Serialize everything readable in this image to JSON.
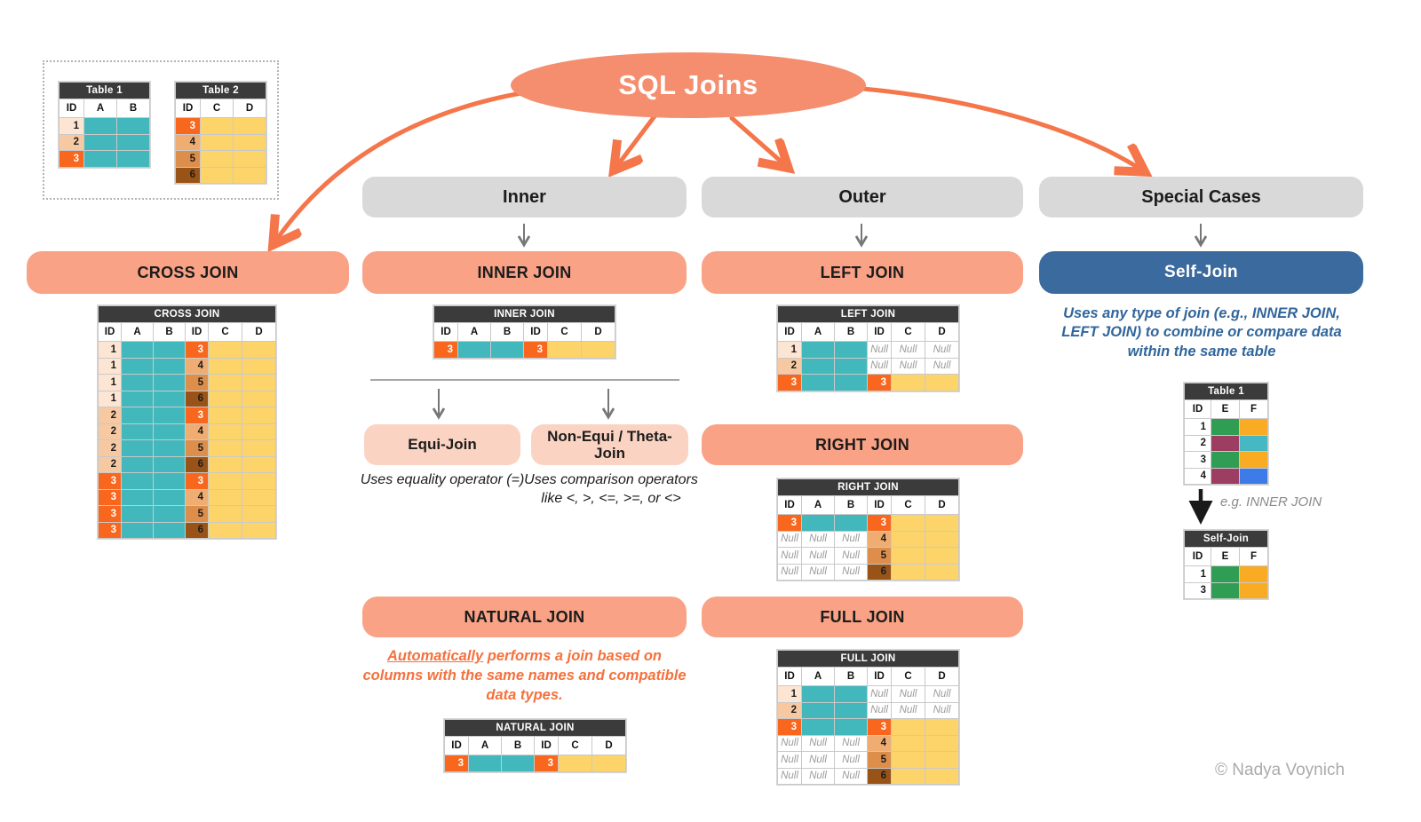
{
  "root": {
    "title": "SQL Joins"
  },
  "categories": {
    "inner": "Inner",
    "outer": "Outer",
    "special": "Special Cases"
  },
  "joins": {
    "cross": "CROSS JOIN",
    "inner": "INNER JOIN",
    "left": "LEFT JOIN",
    "right": "RIGHT JOIN",
    "full": "FULL JOIN",
    "natural": "NATURAL JOIN",
    "self": "Self-Join",
    "equi": "Equi-Join",
    "non_equi": "Non-Equi / Theta-Join"
  },
  "descriptions": {
    "equi": "Uses equality operator (=)",
    "non_equi": "Uses comparison operators like <, >, <=, >=, or <>",
    "natural_underlined": "Automatically",
    "natural_rest": " performs a join based on columns with the same names and compatible data types.",
    "self": "Uses any type of join (e.g., INNER JOIN, LEFT JOIN) to combine or compare data within the same table",
    "self_example": "e.g. INNER JOIN"
  },
  "credit": "© Nadya Voynich",
  "colors": {
    "accent_orange": "#f4764a",
    "salmon_bar": "#f9a286",
    "pink_box": "#fbd3c3",
    "gray_bar": "#d9d9d9",
    "blue_bar": "#3a6a9e",
    "teal_cell": "#42b8bd",
    "yellow_cell": "#fcd46a",
    "orange_id": "#f9661d",
    "table_header": "#3b3b3b"
  },
  "tables": {
    "t1_small": {
      "title": "Table 1",
      "cols": [
        "ID",
        "A",
        "B"
      ],
      "w": [
        28,
        37,
        37
      ],
      "rows": [
        [
          {
            "v": "1",
            "k": "id1"
          },
          {
            "k": "teal"
          },
          {
            "k": "teal"
          }
        ],
        [
          {
            "v": "2",
            "k": "id2"
          },
          {
            "k": "teal"
          },
          {
            "k": "teal"
          }
        ],
        [
          {
            "v": "3",
            "k": "id3"
          },
          {
            "k": "teal"
          },
          {
            "k": "teal"
          }
        ]
      ]
    },
    "t2_small": {
      "title": "Table 2",
      "cols": [
        "ID",
        "C",
        "D"
      ],
      "w": [
        28,
        37,
        37
      ],
      "rows": [
        [
          {
            "v": "3",
            "k": "id3"
          },
          {
            "k": "yellow"
          },
          {
            "k": "yellow"
          }
        ],
        [
          {
            "v": "4",
            "k": "id4"
          },
          {
            "k": "yellow"
          },
          {
            "k": "yellow"
          }
        ],
        [
          {
            "v": "5",
            "k": "id5"
          },
          {
            "k": "yellow"
          },
          {
            "k": "yellow"
          }
        ],
        [
          {
            "v": "6",
            "k": "id6"
          },
          {
            "k": "yellow"
          },
          {
            "k": "yellow"
          }
        ]
      ]
    },
    "cross_join": {
      "title": "CROSS JOIN",
      "cols": [
        "ID",
        "A",
        "B",
        "ID",
        "C",
        "D"
      ],
      "w": [
        26,
        36,
        36,
        26,
        38,
        38
      ],
      "rows": [
        [
          {
            "v": "1",
            "k": "id1"
          },
          {
            "k": "teal"
          },
          {
            "k": "teal"
          },
          {
            "v": "3",
            "k": "id3"
          },
          {
            "k": "yellow"
          },
          {
            "k": "yellow"
          }
        ],
        [
          {
            "v": "1",
            "k": "id1"
          },
          {
            "k": "teal"
          },
          {
            "k": "teal"
          },
          {
            "v": "4",
            "k": "id4"
          },
          {
            "k": "yellow"
          },
          {
            "k": "yellow"
          }
        ],
        [
          {
            "v": "1",
            "k": "id1"
          },
          {
            "k": "teal"
          },
          {
            "k": "teal"
          },
          {
            "v": "5",
            "k": "id5"
          },
          {
            "k": "yellow"
          },
          {
            "k": "yellow"
          }
        ],
        [
          {
            "v": "1",
            "k": "id1"
          },
          {
            "k": "teal"
          },
          {
            "k": "teal"
          },
          {
            "v": "6",
            "k": "id6"
          },
          {
            "k": "yellow"
          },
          {
            "k": "yellow"
          }
        ],
        [
          {
            "v": "2",
            "k": "id2"
          },
          {
            "k": "teal"
          },
          {
            "k": "teal"
          },
          {
            "v": "3",
            "k": "id3"
          },
          {
            "k": "yellow"
          },
          {
            "k": "yellow"
          }
        ],
        [
          {
            "v": "2",
            "k": "id2"
          },
          {
            "k": "teal"
          },
          {
            "k": "teal"
          },
          {
            "v": "4",
            "k": "id4"
          },
          {
            "k": "yellow"
          },
          {
            "k": "yellow"
          }
        ],
        [
          {
            "v": "2",
            "k": "id2"
          },
          {
            "k": "teal"
          },
          {
            "k": "teal"
          },
          {
            "v": "5",
            "k": "id5"
          },
          {
            "k": "yellow"
          },
          {
            "k": "yellow"
          }
        ],
        [
          {
            "v": "2",
            "k": "id2"
          },
          {
            "k": "teal"
          },
          {
            "k": "teal"
          },
          {
            "v": "6",
            "k": "id6"
          },
          {
            "k": "yellow"
          },
          {
            "k": "yellow"
          }
        ],
        [
          {
            "v": "3",
            "k": "id3"
          },
          {
            "k": "teal"
          },
          {
            "k": "teal"
          },
          {
            "v": "3",
            "k": "id3"
          },
          {
            "k": "yellow"
          },
          {
            "k": "yellow"
          }
        ],
        [
          {
            "v": "3",
            "k": "id3"
          },
          {
            "k": "teal"
          },
          {
            "k": "teal"
          },
          {
            "v": "4",
            "k": "id4"
          },
          {
            "k": "yellow"
          },
          {
            "k": "yellow"
          }
        ],
        [
          {
            "v": "3",
            "k": "id3"
          },
          {
            "k": "teal"
          },
          {
            "k": "teal"
          },
          {
            "v": "5",
            "k": "id5"
          },
          {
            "k": "yellow"
          },
          {
            "k": "yellow"
          }
        ],
        [
          {
            "v": "3",
            "k": "id3"
          },
          {
            "k": "teal"
          },
          {
            "k": "teal"
          },
          {
            "v": "6",
            "k": "id6"
          },
          {
            "k": "yellow"
          },
          {
            "k": "yellow"
          }
        ]
      ]
    },
    "inner_join": {
      "title": "INNER JOIN",
      "cols": [
        "ID",
        "A",
        "B",
        "ID",
        "C",
        "D"
      ],
      "w": [
        27,
        37,
        37,
        27,
        38,
        38
      ],
      "rows": [
        [
          {
            "v": "3",
            "k": "id3"
          },
          {
            "k": "teal"
          },
          {
            "k": "teal"
          },
          {
            "v": "3",
            "k": "id3"
          },
          {
            "k": "yellow"
          },
          {
            "k": "yellow"
          }
        ]
      ]
    },
    "natural_join": {
      "title": "NATURAL JOIN",
      "cols": [
        "ID",
        "A",
        "B",
        "ID",
        "C",
        "D"
      ],
      "w": [
        27,
        37,
        37,
        27,
        38,
        38
      ],
      "rows": [
        [
          {
            "v": "3",
            "k": "id3"
          },
          {
            "k": "teal"
          },
          {
            "k": "teal"
          },
          {
            "v": "3",
            "k": "id3"
          },
          {
            "k": "yellow"
          },
          {
            "k": "yellow"
          }
        ]
      ]
    },
    "left_join": {
      "title": "LEFT JOIN",
      "cols": [
        "ID",
        "A",
        "B",
        "ID",
        "C",
        "D"
      ],
      "w": [
        27,
        37,
        37,
        27,
        38,
        38
      ],
      "rows": [
        [
          {
            "v": "1",
            "k": "id1"
          },
          {
            "k": "teal"
          },
          {
            "k": "teal"
          },
          {
            "v": "Null",
            "k": "null"
          },
          {
            "v": "Null",
            "k": "null"
          },
          {
            "v": "Null",
            "k": "null"
          }
        ],
        [
          {
            "v": "2",
            "k": "id2"
          },
          {
            "k": "teal"
          },
          {
            "k": "teal"
          },
          {
            "v": "Null",
            "k": "null"
          },
          {
            "v": "Null",
            "k": "null"
          },
          {
            "v": "Null",
            "k": "null"
          }
        ],
        [
          {
            "v": "3",
            "k": "id3"
          },
          {
            "k": "teal"
          },
          {
            "k": "teal"
          },
          {
            "v": "3",
            "k": "id3"
          },
          {
            "k": "yellow"
          },
          {
            "k": "yellow"
          }
        ]
      ]
    },
    "right_join": {
      "title": "RIGHT JOIN",
      "cols": [
        "ID",
        "A",
        "B",
        "ID",
        "C",
        "D"
      ],
      "w": [
        27,
        37,
        37,
        27,
        38,
        38
      ],
      "rows": [
        [
          {
            "v": "3",
            "k": "id3"
          },
          {
            "k": "teal"
          },
          {
            "k": "teal"
          },
          {
            "v": "3",
            "k": "id3"
          },
          {
            "k": "yellow"
          },
          {
            "k": "yellow"
          }
        ],
        [
          {
            "v": "Null",
            "k": "null"
          },
          {
            "v": "Null",
            "k": "null"
          },
          {
            "v": "Null",
            "k": "null"
          },
          {
            "v": "4",
            "k": "id4"
          },
          {
            "k": "yellow"
          },
          {
            "k": "yellow"
          }
        ],
        [
          {
            "v": "Null",
            "k": "null"
          },
          {
            "v": "Null",
            "k": "null"
          },
          {
            "v": "Null",
            "k": "null"
          },
          {
            "v": "5",
            "k": "id5"
          },
          {
            "k": "yellow"
          },
          {
            "k": "yellow"
          }
        ],
        [
          {
            "v": "Null",
            "k": "null"
          },
          {
            "v": "Null",
            "k": "null"
          },
          {
            "v": "Null",
            "k": "null"
          },
          {
            "v": "6",
            "k": "id6"
          },
          {
            "k": "yellow"
          },
          {
            "k": "yellow"
          }
        ]
      ]
    },
    "full_join": {
      "title": "FULL JOIN",
      "cols": [
        "ID",
        "A",
        "B",
        "ID",
        "C",
        "D"
      ],
      "w": [
        27,
        37,
        37,
        27,
        38,
        38
      ],
      "rows": [
        [
          {
            "v": "1",
            "k": "id1"
          },
          {
            "k": "teal"
          },
          {
            "k": "teal"
          },
          {
            "v": "Null",
            "k": "null"
          },
          {
            "v": "Null",
            "k": "null"
          },
          {
            "v": "Null",
            "k": "null"
          }
        ],
        [
          {
            "v": "2",
            "k": "id2"
          },
          {
            "k": "teal"
          },
          {
            "k": "teal"
          },
          {
            "v": "Null",
            "k": "null"
          },
          {
            "v": "Null",
            "k": "null"
          },
          {
            "v": "Null",
            "k": "null"
          }
        ],
        [
          {
            "v": "3",
            "k": "id3"
          },
          {
            "k": "teal"
          },
          {
            "k": "teal"
          },
          {
            "v": "3",
            "k": "id3"
          },
          {
            "k": "yellow"
          },
          {
            "k": "yellow"
          }
        ],
        [
          {
            "v": "Null",
            "k": "null"
          },
          {
            "v": "Null",
            "k": "null"
          },
          {
            "v": "Null",
            "k": "null"
          },
          {
            "v": "4",
            "k": "id4"
          },
          {
            "k": "yellow"
          },
          {
            "k": "yellow"
          }
        ],
        [
          {
            "v": "Null",
            "k": "null"
          },
          {
            "v": "Null",
            "k": "null"
          },
          {
            "v": "Null",
            "k": "null"
          },
          {
            "v": "5",
            "k": "id5"
          },
          {
            "k": "yellow"
          },
          {
            "k": "yellow"
          }
        ],
        [
          {
            "v": "Null",
            "k": "null"
          },
          {
            "v": "Null",
            "k": "null"
          },
          {
            "v": "Null",
            "k": "null"
          },
          {
            "v": "6",
            "k": "id6"
          },
          {
            "k": "yellow"
          },
          {
            "k": "yellow"
          }
        ]
      ]
    },
    "t1_right": {
      "title": "Table 1",
      "cols": [
        "ID",
        "E",
        "F"
      ],
      "w": [
        30,
        32,
        32
      ],
      "rows": [
        [
          {
            "v": "1",
            "k": "plain"
          },
          {
            "k": "green"
          },
          {
            "k": "orangef"
          }
        ],
        [
          {
            "v": "2",
            "k": "plain"
          },
          {
            "k": "maroon"
          },
          {
            "k": "tealc"
          }
        ],
        [
          {
            "v": "3",
            "k": "plain"
          },
          {
            "k": "green"
          },
          {
            "k": "orangef"
          }
        ],
        [
          {
            "v": "4",
            "k": "plain"
          },
          {
            "k": "maroon"
          },
          {
            "k": "blue"
          }
        ]
      ]
    },
    "self_join": {
      "title": "Self-Join",
      "cols": [
        "ID",
        "E",
        "F"
      ],
      "w": [
        30,
        32,
        32
      ],
      "rows": [
        [
          {
            "v": "1",
            "k": "plain"
          },
          {
            "k": "green"
          },
          {
            "k": "orangef"
          }
        ],
        [
          {
            "v": "3",
            "k": "plain"
          },
          {
            "k": "green"
          },
          {
            "k": "orangef"
          }
        ]
      ]
    }
  }
}
